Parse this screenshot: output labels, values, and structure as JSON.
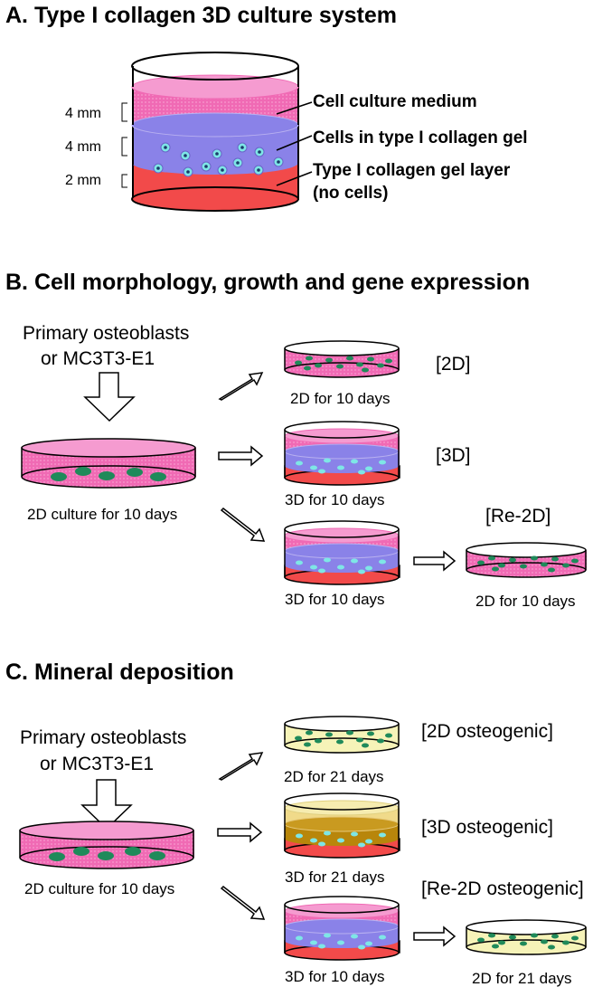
{
  "sectionA": {
    "title": "A. Type I collagen 3D culture system",
    "thickness": [
      "4 mm",
      "4 mm",
      "2 mm"
    ],
    "layers": [
      "Cell culture medium",
      "Cells in type I collagen gel",
      "Type I collagen gel layer",
      "(no cells)"
    ]
  },
  "sectionB": {
    "title": "B. Cell morphology, growth and gene expression",
    "source": [
      "Primary osteoblasts",
      "or MC3T3-E1"
    ],
    "start_caption": "2D culture for 10 days",
    "captions": [
      "2D for 10 days",
      "3D for 10 days",
      "3D for 10 days",
      "2D for 10 days"
    ],
    "conditions": [
      "[2D]",
      "[3D]",
      "[Re-2D]"
    ]
  },
  "sectionC": {
    "title": "C. Mineral deposition",
    "source": [
      "Primary osteoblasts",
      "or MC3T3-E1"
    ],
    "start_caption": "2D culture for 10 days",
    "captions": [
      "2D for 21 days",
      "3D for 21 days",
      "3D for 10 days",
      "2D for 21 days"
    ],
    "conditions": [
      "[2D osteogenic]",
      "[3D osteogenic]",
      "[Re-2D osteogenic]"
    ]
  },
  "colors": {
    "medium_pink": "#f06ab4",
    "collagen_cells": "#8a82e8",
    "gel_red": "#f24a4a",
    "osteogenic_yellow": "#f6f3b8",
    "osteogenic_brown": "#b8860b",
    "cell_green": "#1f8a5a",
    "cell_cyan": "#7ee6e6"
  }
}
